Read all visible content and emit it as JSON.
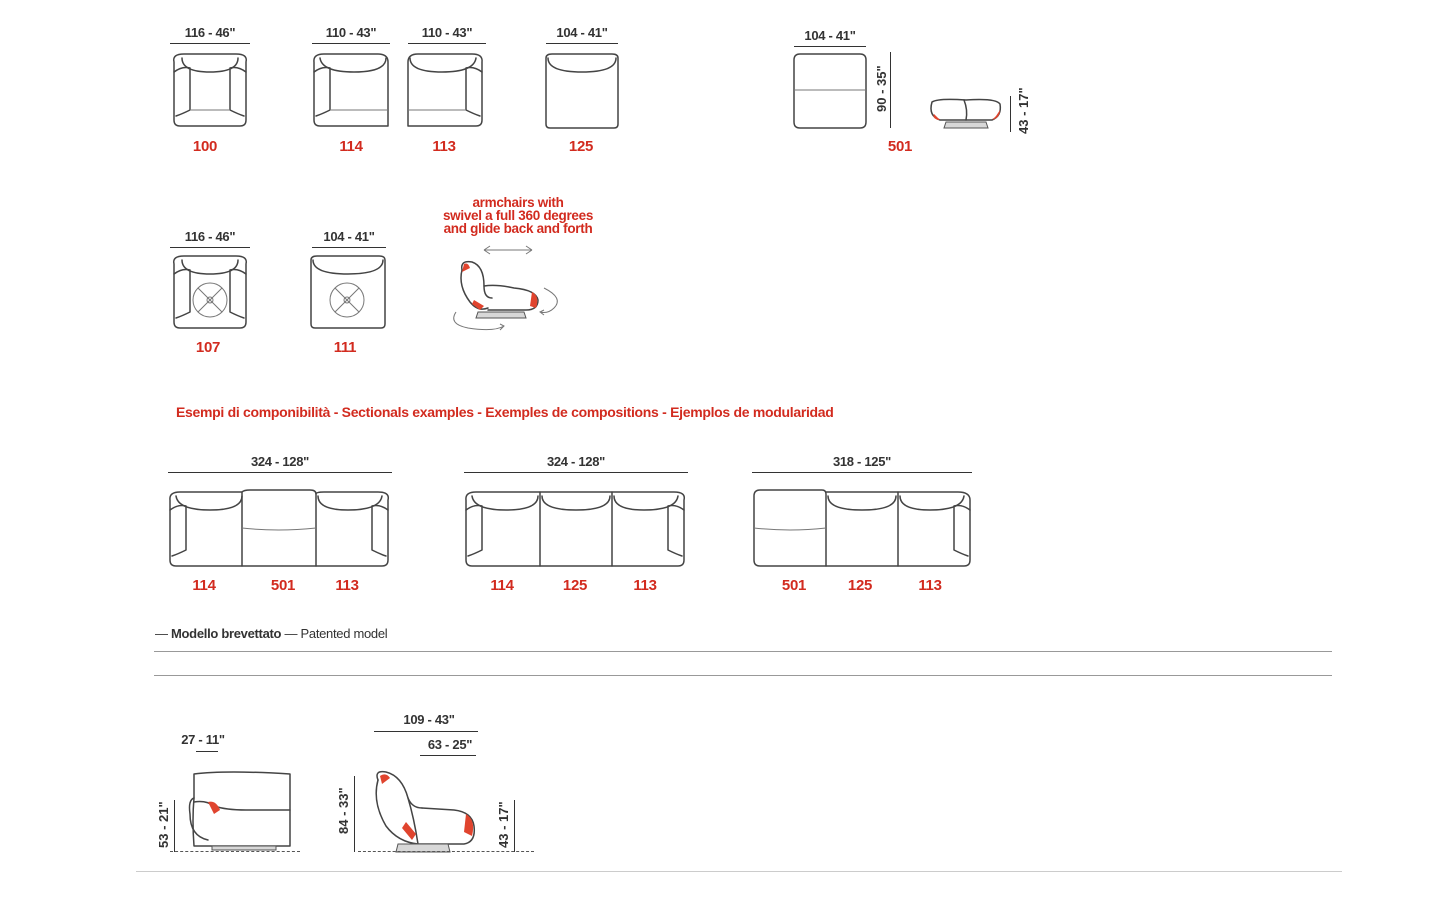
{
  "modules": {
    "m100": {
      "dim": "116 - 46\"",
      "code": "100"
    },
    "m114": {
      "dim": "110 - 43\"",
      "code": "114"
    },
    "m113": {
      "dim": "110 - 43\"",
      "code": "113"
    },
    "m125": {
      "dim": "104 - 41\"",
      "code": "125"
    },
    "m501": {
      "dim": "104 - 41\"",
      "depth": "90 - 35\"",
      "code": "501",
      "height": "43 - 17\""
    },
    "m107": {
      "dim": "116 - 46\"",
      "code": "107"
    },
    "m111": {
      "dim": "104 - 41\"",
      "code": "111"
    }
  },
  "swivel_note": [
    "armchairs with",
    "swivel a full 360 degrees",
    "and glide back and forth"
  ],
  "sectionals_title": "Esempi di componibilità  -  Sectionals examples - Exemples de compositions - Ejemplos de modularidad",
  "sectionals": [
    {
      "width": "324 - 128\"",
      "codes": [
        "114",
        "501",
        "113"
      ]
    },
    {
      "width": "324 - 128\"",
      "codes": [
        "114",
        "125",
        "113"
      ]
    },
    {
      "width": "318 -  125\"",
      "codes": [
        "501",
        "125",
        "113"
      ]
    }
  ],
  "patent": {
    "it": "Modello brevettato",
    "en": "Patented model"
  },
  "profiles": {
    "front": {
      "width": "27 - 11\"",
      "height": "53 - 21\""
    },
    "side": {
      "depth_total": "109 - 43\"",
      "depth_seat": "63 - 25\"",
      "height_total": "84 - 33\"",
      "height_seat": "43 - 17\""
    }
  },
  "colors": {
    "accent": "#d22b1f",
    "line": "#333333"
  }
}
